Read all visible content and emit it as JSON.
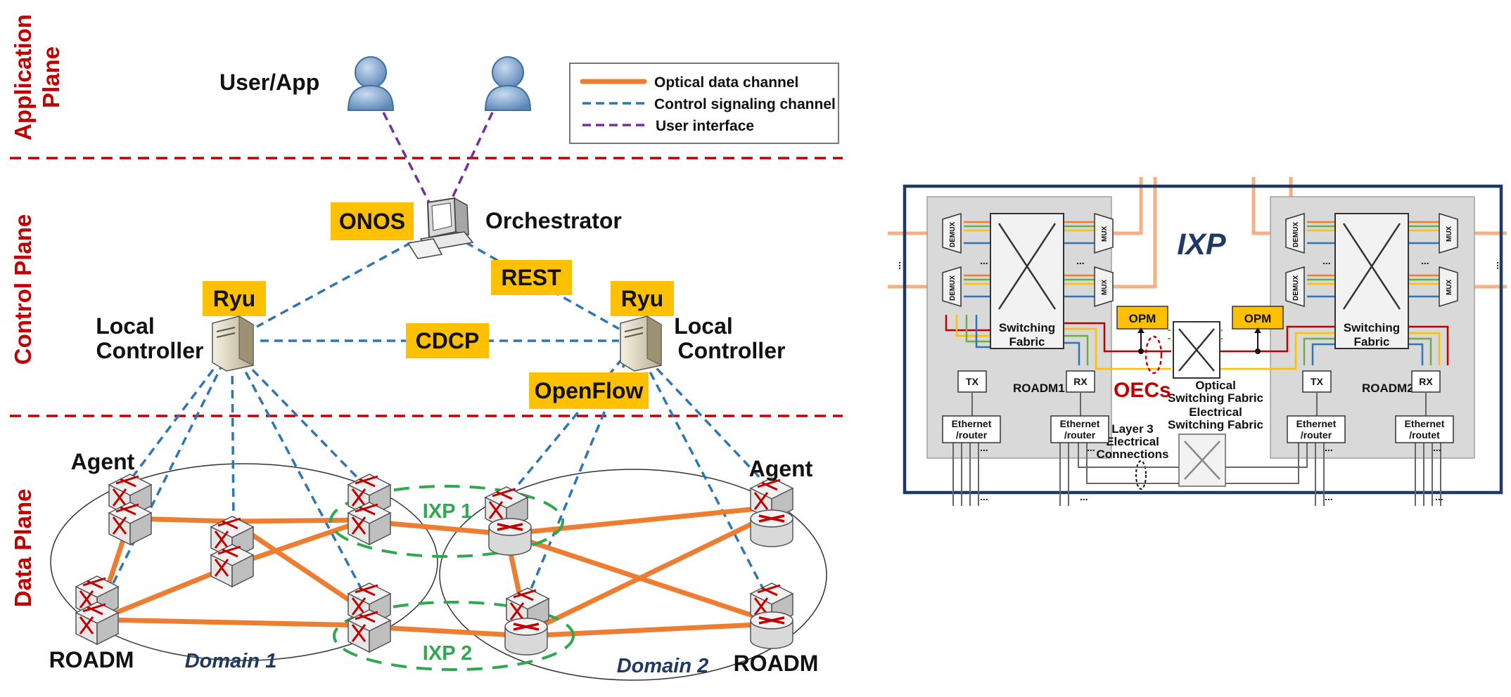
{
  "left_figure": {
    "plane_labels": {
      "application": [
        "Application",
        "Plane"
      ],
      "control": "Control Plane",
      "data": "Data Plane"
    },
    "user_label": "User/App",
    "orchestrator_label": "Orchestrator",
    "tags": {
      "onos": "ONOS",
      "rest": "REST",
      "ryu_left": "Ryu",
      "ryu_right": "Ryu",
      "cdcp": "CDCP",
      "openflow": "OpenFlow"
    },
    "local_controller_left": [
      "Local",
      "Controller"
    ],
    "local_controller_right": [
      "Local",
      "Controller"
    ],
    "agent_left": "Agent",
    "agent_right": "Agent",
    "roadm_left": "ROADM",
    "roadm_right": "ROADM",
    "domain1": "Domain 1",
    "domain2": "Domain 2",
    "ixp1": "IXP 1",
    "ixp2": "IXP 2",
    "legend": {
      "optical": "Optical data channel",
      "control": "Control signaling channel",
      "user": "User interface"
    }
  },
  "right_figure": {
    "title": "IXP",
    "roadm1": "ROADM1",
    "roadm2": "ROADM2",
    "switching_fabric": [
      "Switching",
      "Fabric"
    ],
    "demux": "DEMUX",
    "mux": "MUX",
    "opm": "OPM",
    "tx": "TX",
    "rx": "RX",
    "ethernet_router": [
      "Ethernet",
      "/router"
    ],
    "ethernet_routet": [
      "Ethernet",
      "/routet"
    ],
    "oecs": "OECs",
    "optical_switching_fabric": [
      "Optical",
      "Switching Fabric"
    ],
    "electrical_switching_fabric": [
      "Electrical",
      "Switching Fabric"
    ],
    "layer3": [
      "Layer 3",
      "Electrical",
      "Connections"
    ],
    "ellipsis": "..."
  },
  "colors": {
    "optical": "#ed7d31",
    "control": "#2e75b6",
    "user": "#7030a0",
    "plane_divider": "#c00000",
    "tag_bg": "#ffc000",
    "ixp_ellipse": "#2fa84f",
    "fiber": "#f4b183"
  }
}
